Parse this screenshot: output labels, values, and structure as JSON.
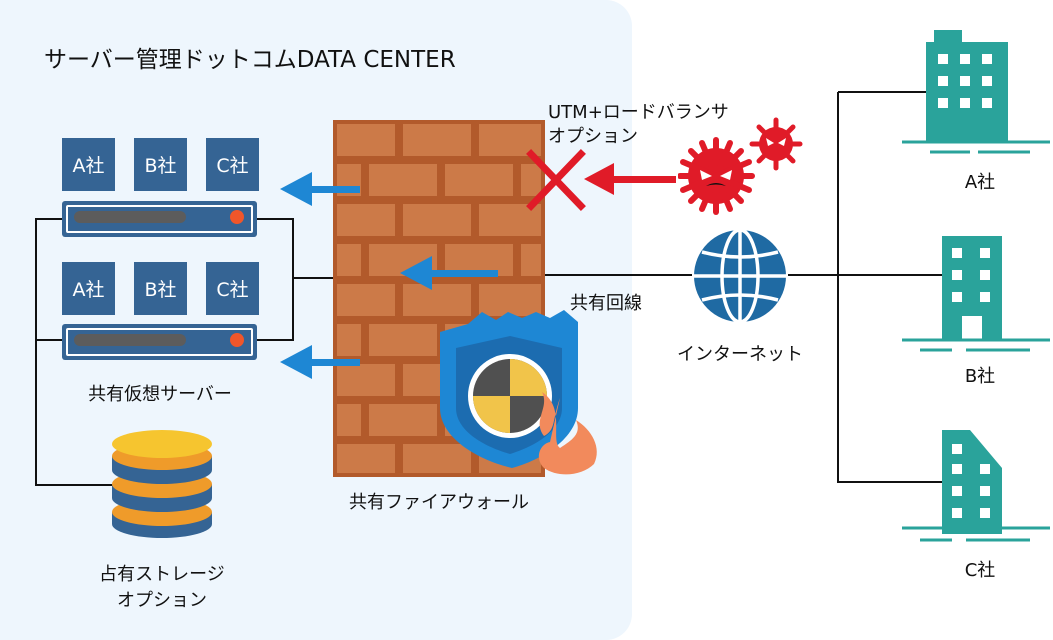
{
  "data_center": {
    "title": "サーバー管理ドットコムDATA CENTER"
  },
  "servers": [
    {
      "tiles": [
        "A社",
        "B社",
        "C社"
      ]
    },
    {
      "tiles": [
        "A社",
        "B社",
        "C社"
      ]
    }
  ],
  "labels": {
    "shared_server": "共有仮想サーバー",
    "storage_line1": "占有ストレージ",
    "storage_line2": "オプション",
    "firewall": "共有ファイアウォール",
    "utm_line1": "UTM+ロードバランサ",
    "utm_line2": "オプション",
    "shared_line": "共有回線",
    "internet": "インターネット"
  },
  "companies": [
    "A社",
    "B社",
    "C社"
  ],
  "colors": {
    "panel": "#eef6fd",
    "server_blue": "#356494",
    "arrow_blue": "#1e87d4",
    "brick": "#b25a2b",
    "building": "#2aa39b",
    "virus_red": "#e01b28",
    "globe": "#1f6aa3"
  },
  "icons": [
    "server-icon",
    "database-icon",
    "firewall-icon",
    "shield-icon",
    "flame-icon",
    "virus-icon",
    "block-x-icon",
    "globe-icon",
    "building-icon"
  ]
}
